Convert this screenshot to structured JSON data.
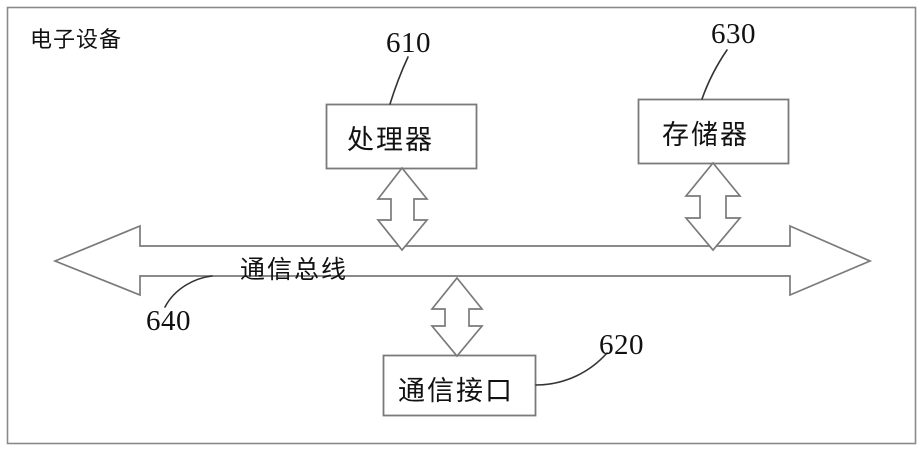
{
  "figure": {
    "frame_caption": "电子设备",
    "background_color": "#ffffff",
    "line_color": "#7a7a7a",
    "text_color": "#111111"
  },
  "blocks": [
    {
      "id": "processor",
      "label": "处理器",
      "ref": "610"
    },
    {
      "id": "memory",
      "label": "存储器",
      "ref": "630"
    },
    {
      "id": "interface",
      "label": "通信接口",
      "ref": "620"
    },
    {
      "id": "bus",
      "label": "通信总线",
      "ref": "640"
    }
  ],
  "connectors": [
    {
      "from": "processor",
      "to": "bus",
      "type": "double-arrow-vertical"
    },
    {
      "from": "memory",
      "to": "bus",
      "type": "double-arrow-vertical"
    },
    {
      "from": "bus",
      "to": "interface",
      "type": "double-arrow-vertical"
    },
    {
      "from": "bus-left",
      "to": "bus-right",
      "type": "double-arrow-horizontal"
    }
  ],
  "labels": {
    "processor": "处理器",
    "memory": "存储器",
    "interface": "通信接口",
    "bus": "通信总线",
    "ref_processor": "610",
    "ref_memory": "630",
    "ref_interface": "620",
    "ref_bus": "640",
    "caption": "电子设备"
  }
}
